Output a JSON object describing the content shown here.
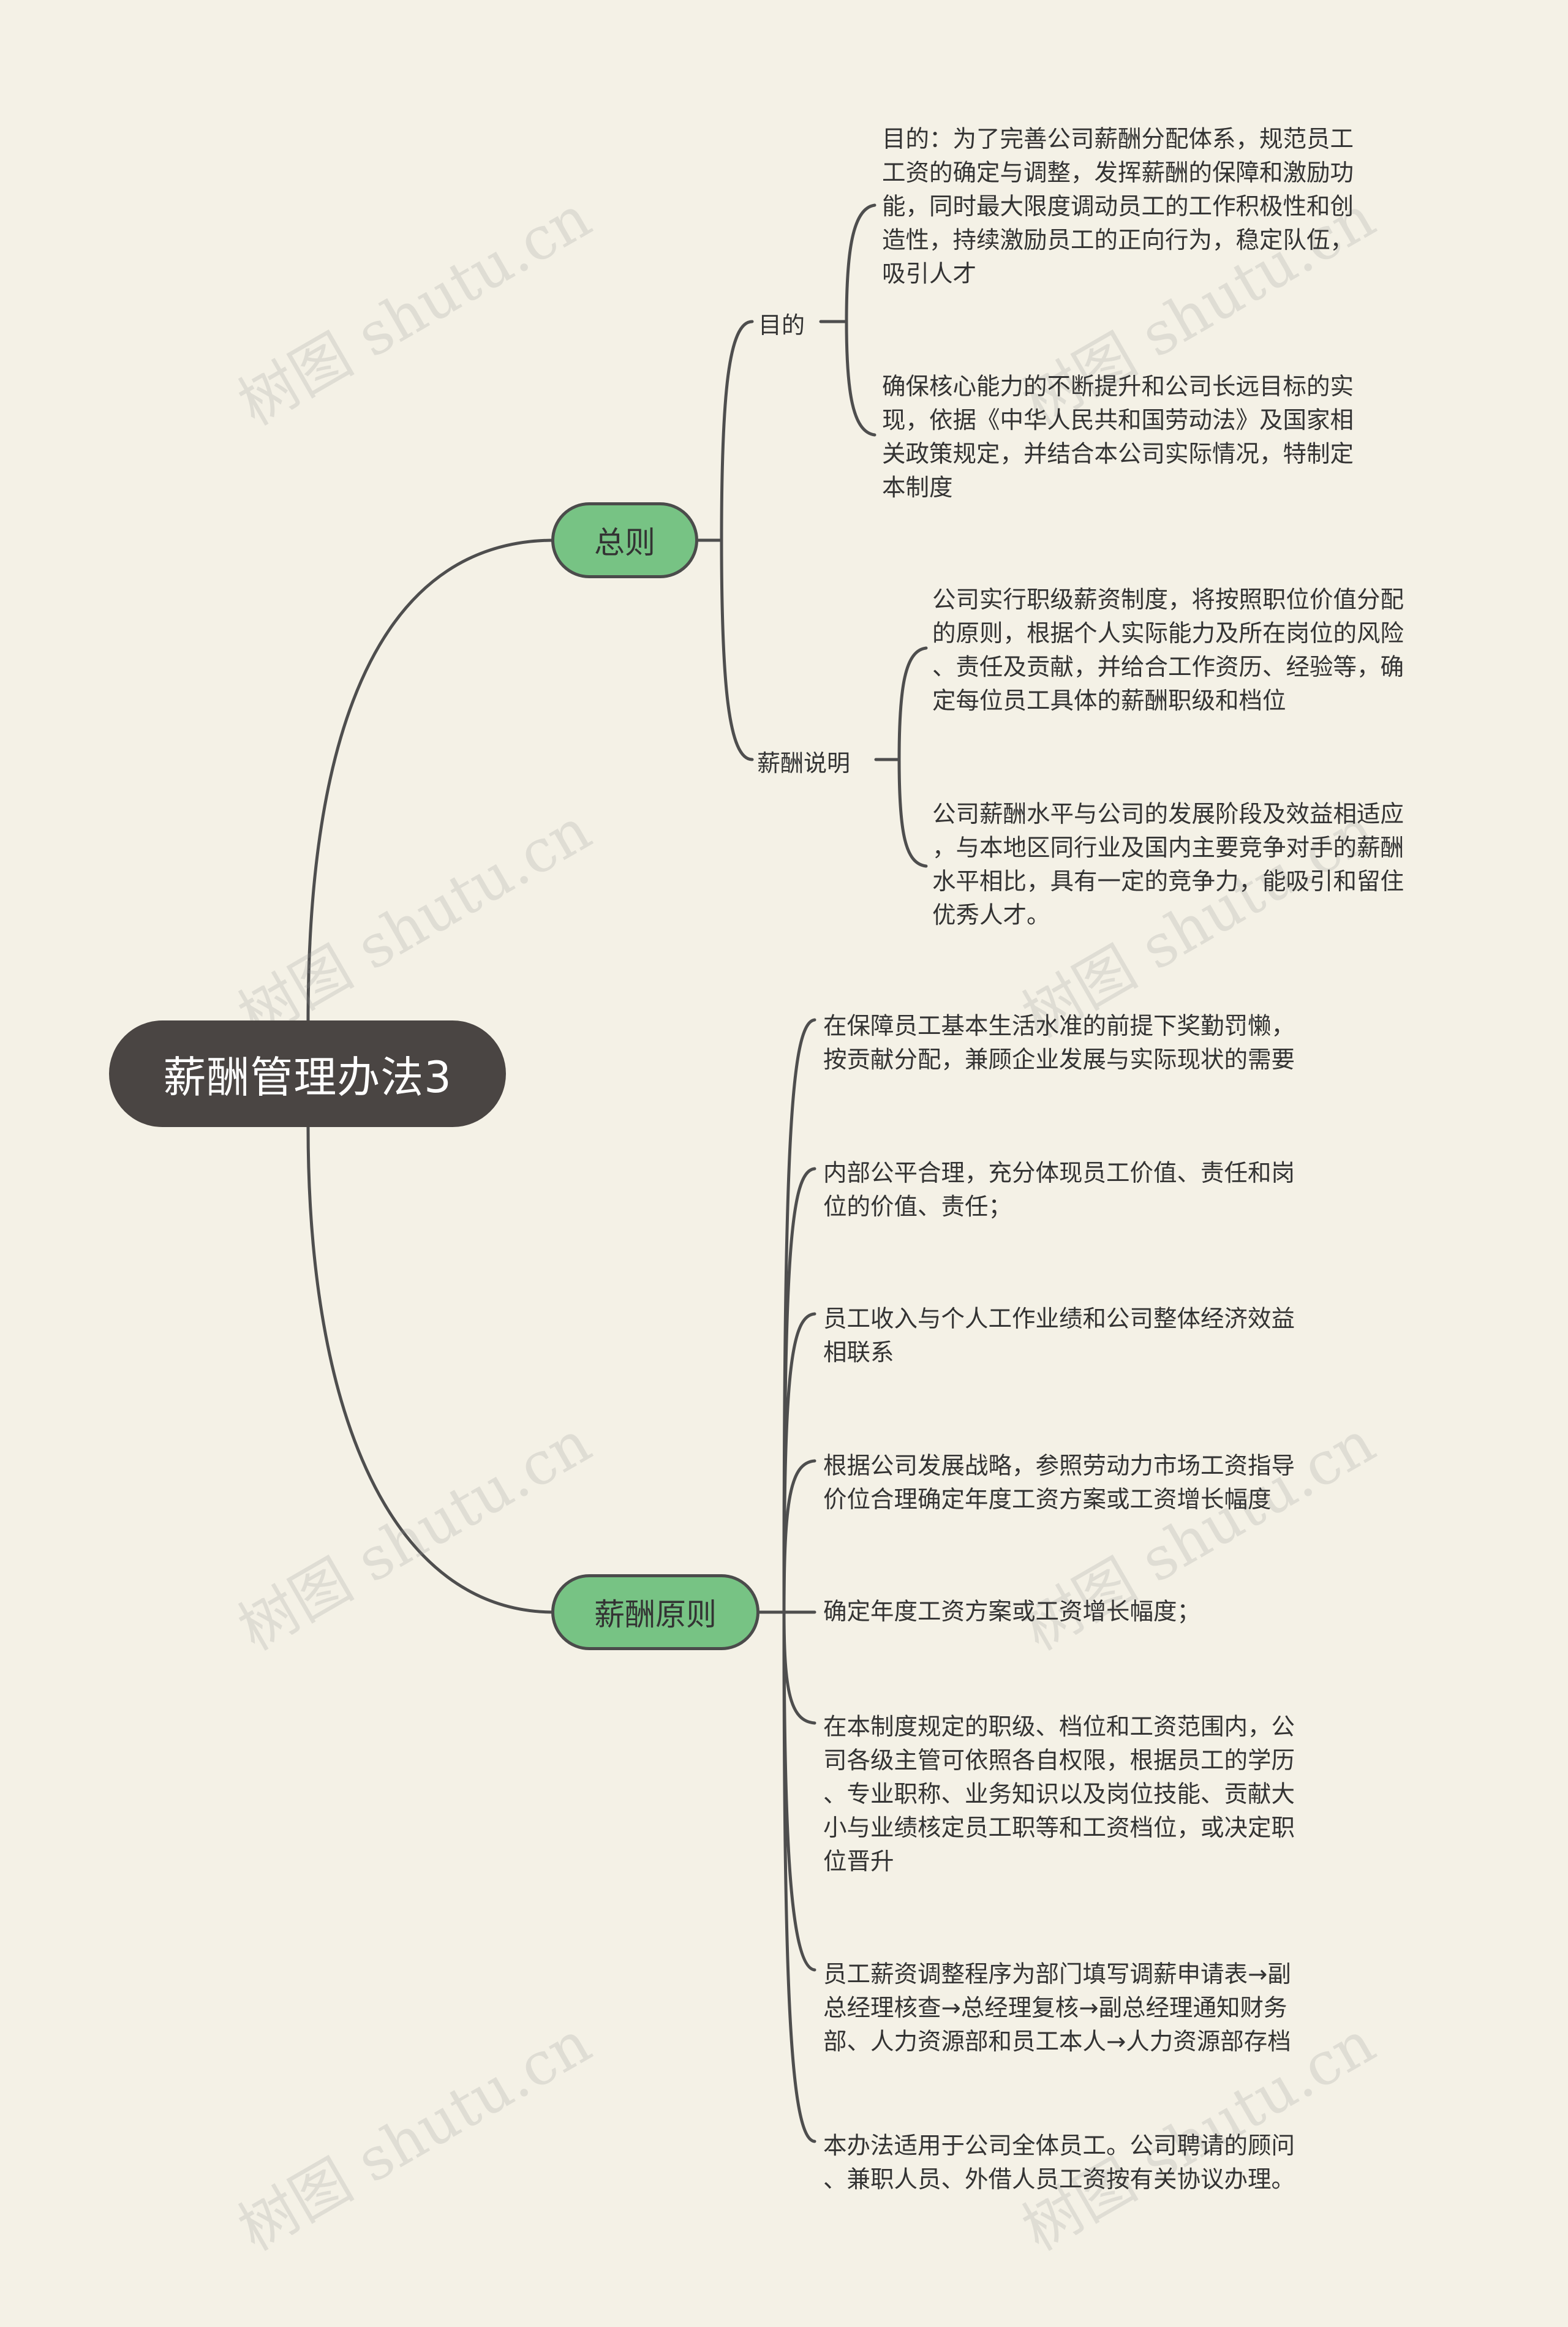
{
  "watermark": "树图 shutu.cn",
  "root": {
    "label": "薪酬管理办法3"
  },
  "branches": [
    {
      "label": "总则",
      "subtopics": [
        {
          "label": "目的",
          "leaves": [
            [
              "目的：为了完善公司薪酬分配体系，规范员工",
              "工资的确定与调整，发挥薪酬的保障和激励功",
              "能，同时最大限度调动员工的工作积极性和创",
              "造性，持续激励员工的正向行为，稳定队伍，",
              "吸引人才"
            ],
            [
              "确保核心能力的不断提升和公司长远目标的实",
              "现，依据《中华人民共和国劳动法》及国家相",
              "关政策规定，并结合本公司实际情况，特制定",
              "本制度"
            ]
          ]
        },
        {
          "label": "薪酬说明",
          "leaves": [
            [
              "公司实行职级薪资制度，将按照职位价值分配",
              "的原则，根据个人实际能力及所在岗位的风险",
              "、责任及贡献，并给合工作资历、经验等，确",
              "定每位员工具体的薪酬职级和档位"
            ],
            [
              "公司薪酬水平与公司的发展阶段及效益相适应",
              "，与本地区同行业及国内主要竞争对手的薪酬",
              "水平相比，具有一定的竞争力，能吸引和留住",
              "优秀人才。"
            ]
          ]
        }
      ]
    },
    {
      "label": "薪酬原则",
      "leaves": [
        [
          "在保障员工基本生活水准的前提下奖勤罚懒，",
          "按贡献分配，兼顾企业发展与实际现状的需要"
        ],
        [
          "内部公平合理，充分体现员工价值、责任和岗",
          "位的价值、责任；"
        ],
        [
          "员工收入与个人工作业绩和公司整体经济效益",
          "相联系"
        ],
        [
          "根据公司发展战略，参照劳动力市场工资指导",
          "价位合理确定年度工资方案或工资增长幅度"
        ],
        [
          "确定年度工资方案或工资增长幅度；"
        ],
        [
          "在本制度规定的职级、档位和工资范围内，公",
          "司各级主管可依照各自权限，根据员工的学历",
          "、专业职称、业务知识以及岗位技能、贡献大",
          "小与业绩核定员工职等和工资档位，或决定职",
          "位晋升"
        ],
        [
          "员工薪资调整程序为部门填写调薪申请表→副",
          "总经理核查→总经理复核→副总经理通知财务",
          "部、人力资源部和员工本人→人力资源部存档"
        ],
        [
          "本办法适用于公司全体员工。公司聘请的顾问",
          "、兼职人员、外借人员工资按有关协议办理。"
        ]
      ]
    }
  ]
}
